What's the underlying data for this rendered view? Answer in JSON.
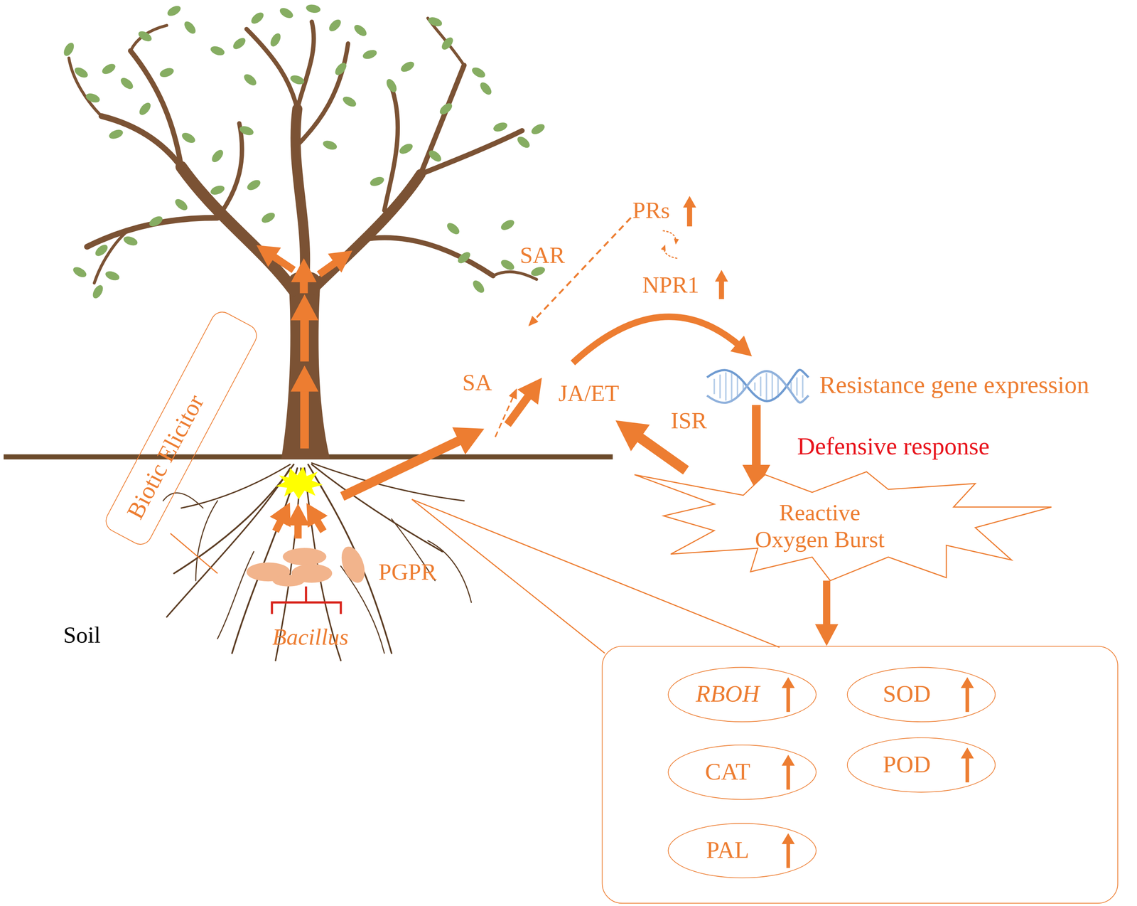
{
  "diagram": {
    "nodes": [
      {
        "text": [
          "Biotic Elicitor"
        ]
      },
      {
        "text": [
          "Reactive Oxygen Burst"
        ]
      },
      {
        "text": []
      },
      {
        "text": [
          "RBOH"
        ],
        "in": 2
      },
      {
        "text": [
          "SOD"
        ],
        "in": 2
      },
      {
        "text": [
          "CAT"
        ],
        "in": 2
      },
      {
        "text": [
          "POD"
        ],
        "in": 2
      },
      {
        "text": [
          "PAL"
        ],
        "in": 2
      }
    ],
    "edges": [
      {
        "from": 1,
        "to": 2,
        "arrow": "to"
      }
    ],
    "labels": [
      "SAR",
      "PRs",
      "NPR1",
      "SA",
      "JA/ET",
      "Resistance gene expression",
      "ISR",
      "Defensive response",
      "PGPR",
      "Bacillus",
      "Soil"
    ]
  }
}
